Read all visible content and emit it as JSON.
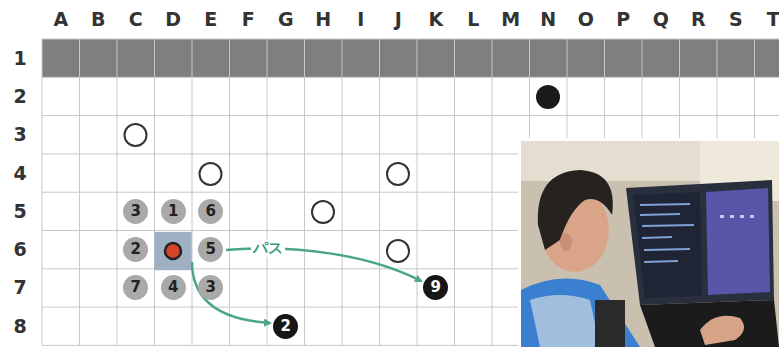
{
  "diagram": {
    "nodes": [
      {
        "text": [
          "3"
        ]
      },
      {
        "text": [
          "1"
        ]
      },
      {
        "text": [
          "6"
        ]
      },
      {
        "text": [
          "2"
        ]
      },
      {
        "text": [
          "5"
        ]
      },
      {
        "text": [
          "7"
        ]
      },
      {
        "text": [
          "4"
        ]
      },
      {
        "text": [
          "3"
        ]
      },
      {
        "text": [
          "9"
        ]
      },
      {
        "text": [
          "2"
        ]
      }
    ],
    "labels": [
      "A",
      "B",
      "C",
      "D",
      "E",
      "F",
      "G",
      "H",
      "I",
      "J",
      "K",
      "L",
      "M",
      "N",
      "O",
      "P",
      "Q",
      "R",
      "S",
      "T",
      "1",
      "2",
      "3",
      "4",
      "5",
      "6",
      "7",
      "8",
      "パス"
    ]
  }
}
